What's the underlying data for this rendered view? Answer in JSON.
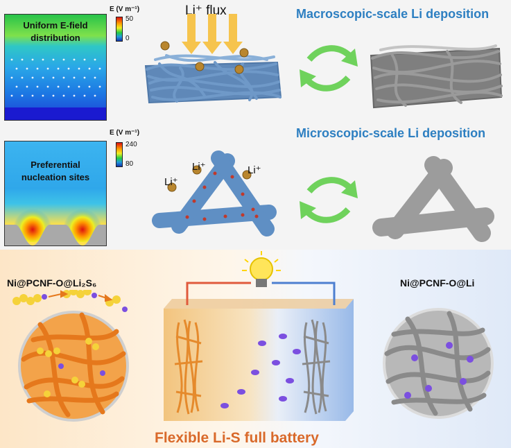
{
  "top_panel": {
    "sim1": {
      "title_line1": "Uniform E-field",
      "title_line2": "distribution"
    },
    "colorbar1": {
      "label": "E (V m⁻¹)",
      "max": "50",
      "min": "0"
    },
    "flux_label": "Li⁺ flux",
    "macro_title": "Macroscopic-scale Li deposition",
    "sim2": {
      "title_line1": "Preferential",
      "title_line2": "nucleation sites"
    },
    "colorbar2": {
      "label": "E (V m⁻¹)",
      "max": "240",
      "min": "80"
    },
    "micro_title": "Microscopic-scale Li deposition",
    "li_ion_labels": [
      "Li⁺",
      "Li⁺",
      "Li⁺"
    ]
  },
  "bottom_panel": {
    "left_material": "Ni@PCNF-O@Li₂S₆",
    "right_material": "Ni@PCNF-O@Li",
    "battery_title": "Flexible Li-S full battery"
  },
  "colors": {
    "title_blue": "#2d7fc1",
    "battery_orange": "#d9692a",
    "fiber_blue": "#6f99c8",
    "fiber_gray": "#9a9a9a",
    "fiber_orange": "#e58a2c",
    "sulfur_yellow": "#f5d23a",
    "lithium_purple": "#7b4fe0"
  }
}
